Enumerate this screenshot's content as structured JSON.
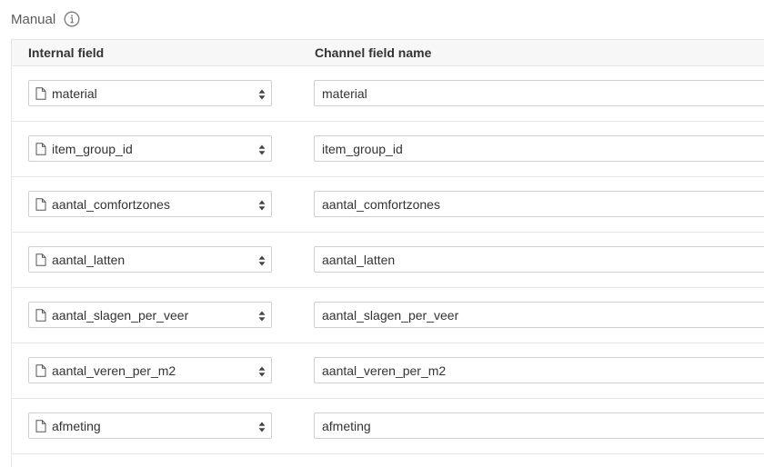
{
  "section": {
    "title": "Manual",
    "info_icon": "info-circle-icon"
  },
  "table": {
    "headers": {
      "internal_field": "Internal field",
      "channel_field_name": "Channel field name"
    },
    "rows": [
      {
        "internal_field": "material",
        "channel_field": "material"
      },
      {
        "internal_field": "item_group_id",
        "channel_field": "item_group_id"
      },
      {
        "internal_field": "aantal_comfortzones",
        "channel_field": "aantal_comfortzones"
      },
      {
        "internal_field": "aantal_latten",
        "channel_field": "aantal_latten"
      },
      {
        "internal_field": "aantal_slagen_per_veer",
        "channel_field": "aantal_slagen_per_veer"
      },
      {
        "internal_field": "aantal_veren_per_m2",
        "channel_field": "aantal_veren_per_m2"
      },
      {
        "internal_field": "afmeting",
        "channel_field": "afmeting"
      }
    ],
    "icons": {
      "field": "document-icon",
      "select": "sort-arrows-icon"
    }
  }
}
